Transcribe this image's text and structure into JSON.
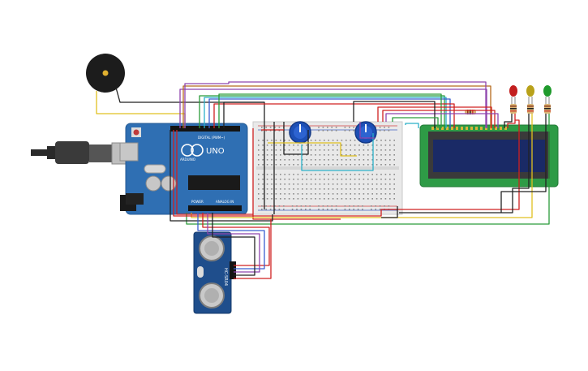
{
  "arduino": {
    "brand": "ARDUINO",
    "model": "UNO",
    "digital_label": "DIGITAL (PWM~)",
    "power_label": "POWER",
    "analog_label": "ANALOG IN"
  },
  "sensor": {
    "label": "HC-SR04"
  },
  "leds": [
    {
      "name": "red",
      "color": "#c21e1e"
    },
    {
      "name": "yellow",
      "color": "#b8a11a"
    },
    {
      "name": "green",
      "color": "#1f9a2c"
    }
  ],
  "colors": {
    "arduino": "#2f6fb3",
    "breadboard": "#e9e9e9",
    "lcd_board": "#2e9b46",
    "lcd_screen": "#1a2a66",
    "sensor": "#1f4e8c",
    "buzzer": "#1c1c1c",
    "pot": "#1d4fb5"
  }
}
